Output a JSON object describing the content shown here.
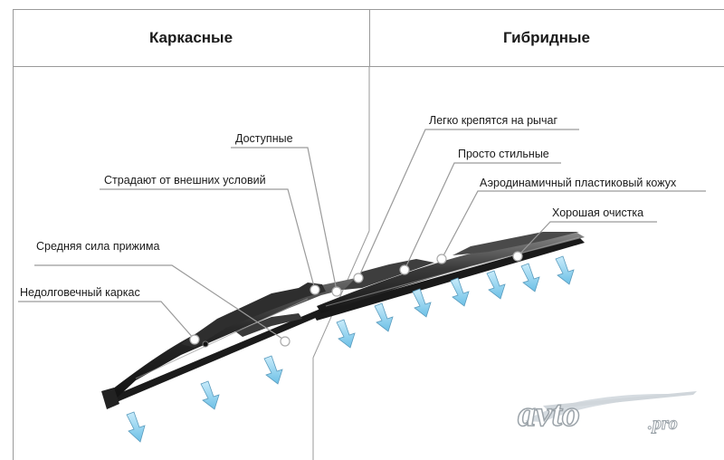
{
  "headers": {
    "left": "Каркасные",
    "right": "Гибридные"
  },
  "labels": {
    "frame": [
      "Доступные",
      "Страдают от внешних условий",
      "Средняя сила прижима",
      "Недолговечный каркас"
    ],
    "hybrid": [
      "Легко крепятся на рычаг",
      "Просто стильные",
      "Аэродинамичный пластиковый кожух",
      "Хорошая очистка"
    ]
  },
  "logo": {
    "text": "avto",
    "suffix": ".pro"
  },
  "colors": {
    "arrow": "#8fd0ee",
    "arrow_stroke": "#5a9bbd",
    "blade_dark": "#2a2a2a",
    "frame_line": "#9a9a9a"
  }
}
